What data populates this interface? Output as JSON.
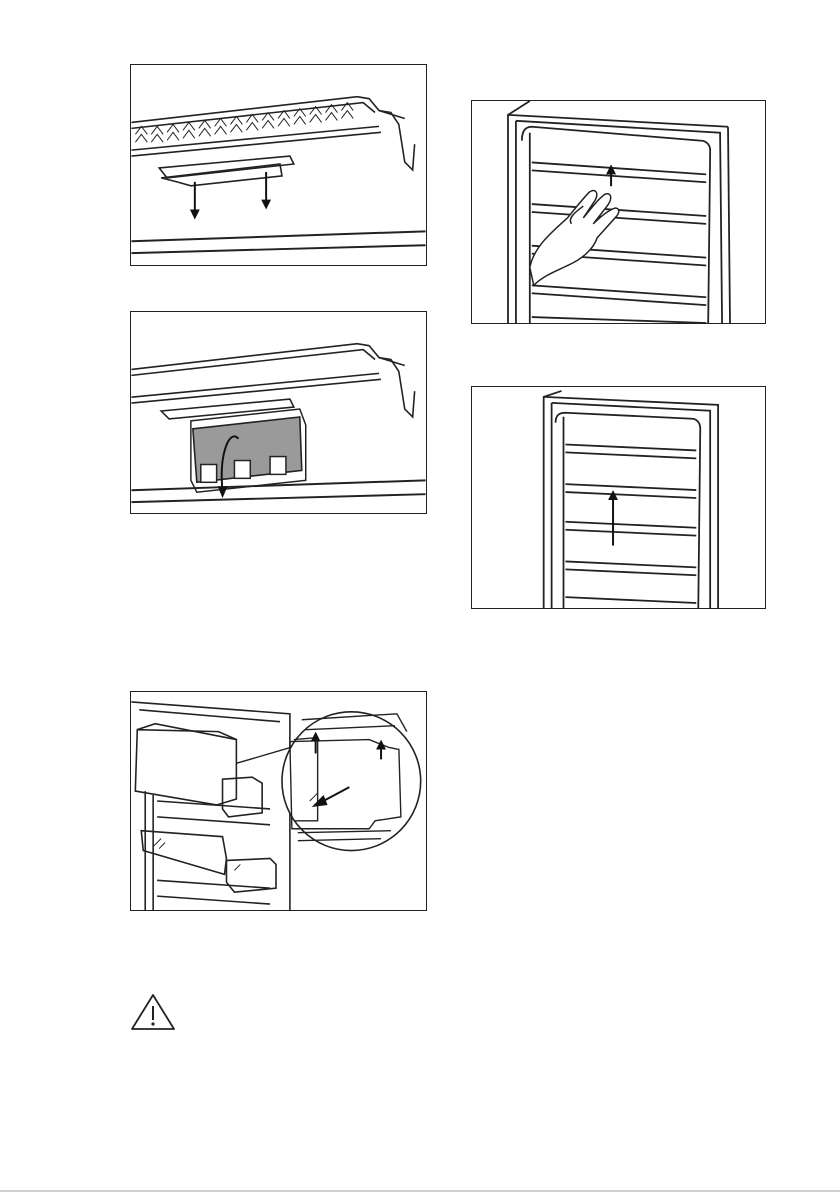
{
  "page": {
    "figures": [
      {
        "id": "fig1",
        "name": "shelf-cover-removal-arrows-down"
      },
      {
        "id": "fig2",
        "name": "shelf-filter-cover-rotate"
      },
      {
        "id": "fig3",
        "name": "door-bins-lift-out"
      },
      {
        "id": "fig4",
        "name": "glass-shelf-hand-push-up"
      },
      {
        "id": "fig5",
        "name": "glass-shelf-slide-up"
      }
    ],
    "icons": {
      "warning": "warning-triangle-icon",
      "arrow": "arrow-icon"
    },
    "colors": {
      "line": "#222222",
      "fill_grey": "#9a9a9a",
      "background": "#ffffff"
    }
  }
}
